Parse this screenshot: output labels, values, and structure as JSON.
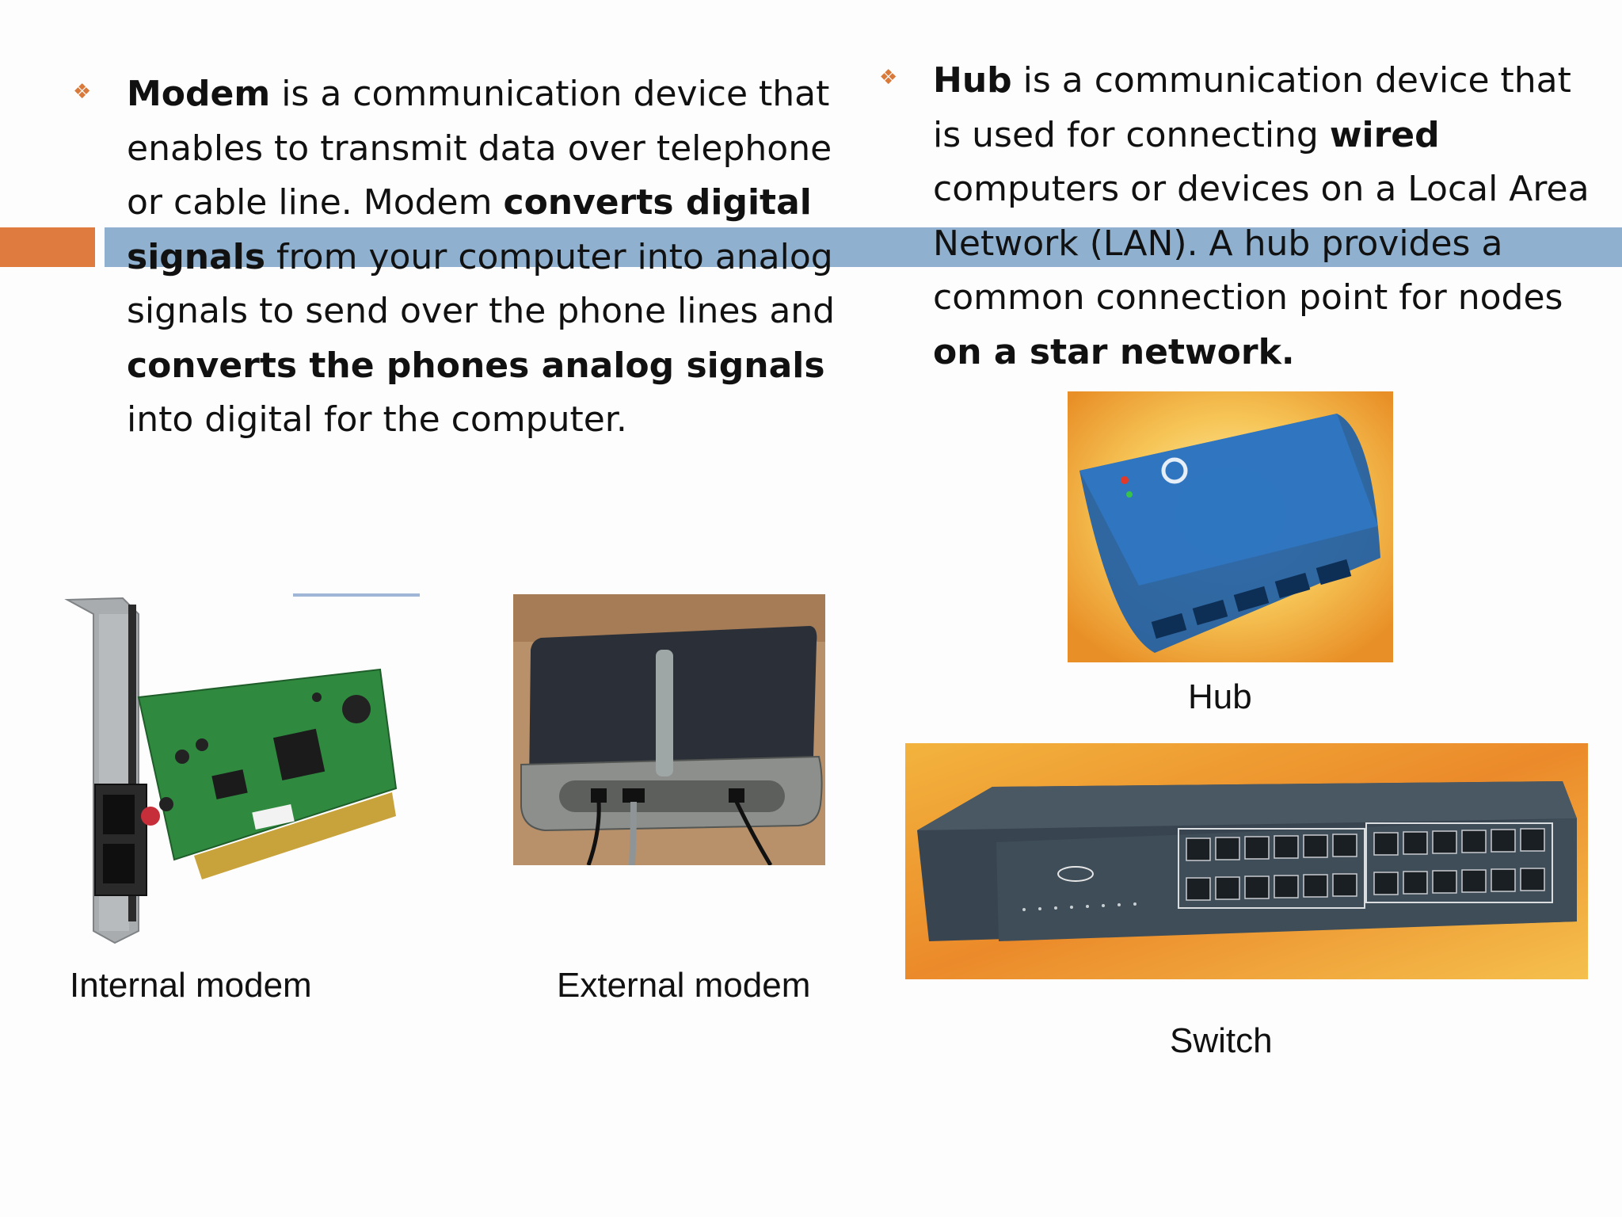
{
  "left_block": {
    "t1": "Modem",
    "t2": " is a communication device that enables to transmit data over telephone or cable line. Modem ",
    "t3": "converts digital signals",
    "t4": " from your computer into analog signals to send over the phone lines and ",
    "t5": "converts the phones analog signals",
    "t6": " into digital for the computer."
  },
  "right_block": {
    "t1": "Hub",
    "t2": " is a communication device that is used for connecting ",
    "t3": "wired",
    "t4": " computers or devices on a Local Area Network (LAN). A hub provides a common connection point for nodes ",
    "t5": "on a star network."
  },
  "captions": {
    "internal": "Internal modem",
    "external": "External modem",
    "hub": "Hub",
    "switch": "Switch"
  },
  "bullet_glyph": "❖",
  "colors": {
    "accent_orange": "#e07b3f",
    "band_blue": "#8fb1cf",
    "bullet": "#d9793a"
  }
}
